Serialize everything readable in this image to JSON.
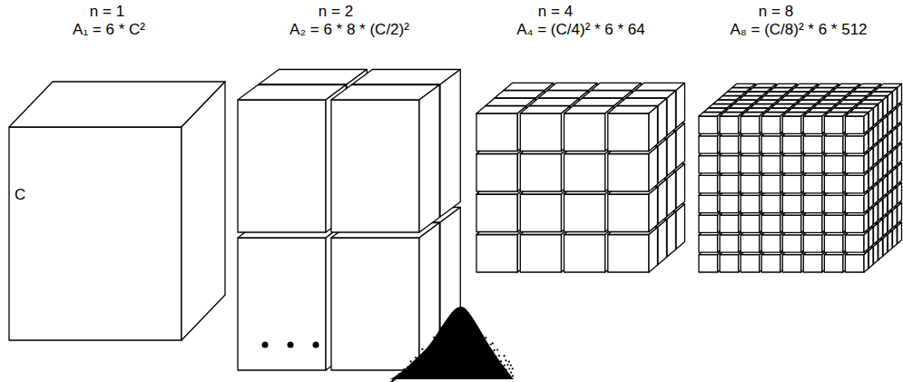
{
  "diagram": {
    "labels": [
      "n = 1",
      "A₁ = 6 * C²",
      "C",
      "n = 2",
      "A₂ = 6 * 8 * (C/2)²",
      "n = 4",
      "A₄ = (C/4)² * 6 * 64",
      "n = 8",
      "A₈ = (C/8)² * 6 * 512"
    ]
  }
}
